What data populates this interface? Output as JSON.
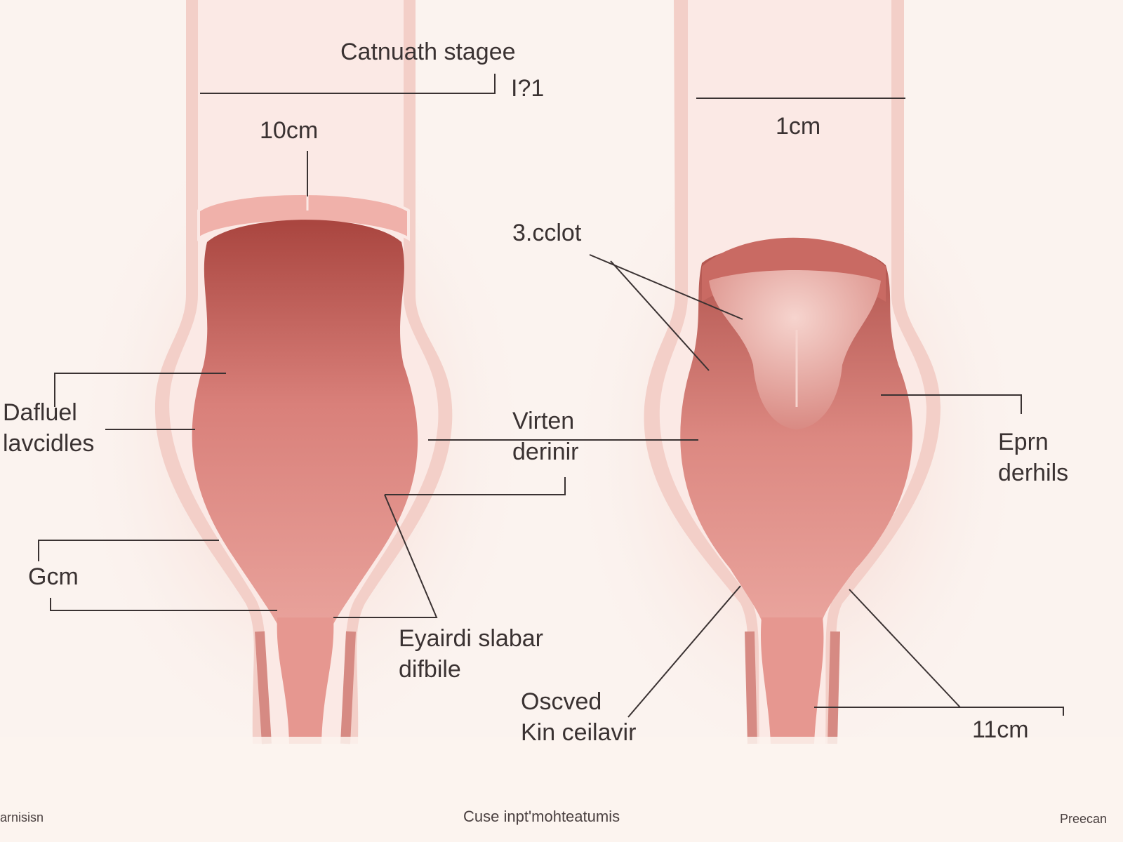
{
  "title": "Catnuath stagee",
  "title_code": "I?1",
  "footer": {
    "left": "arnisisn",
    "center": "Cuse inpt'mohteatumis",
    "right": "Preecan"
  },
  "left_figure": {
    "top_measure": "10cm",
    "label_upper": [
      "Dafluel",
      "lavcidles"
    ],
    "label_lower": "Gcm",
    "label_middle": [
      "Virten",
      "derinir"
    ],
    "label_bottom": [
      "Eyairdi slabar",
      "difbile"
    ]
  },
  "right_figure": {
    "top_measure": "1cm",
    "label_clot": "3.cclot",
    "label_side": [
      "Eprn",
      "derhils"
    ],
    "label_bottom": [
      "Oscved",
      "Kin ceilavir"
    ],
    "label_measure": "11cm"
  },
  "colors": {
    "background": "#fbf3ef",
    "tissue_dark": "#b4554f",
    "tissue_mid": "#e08f88",
    "wall": "#f3cfc8",
    "line": "#3a3232"
  }
}
